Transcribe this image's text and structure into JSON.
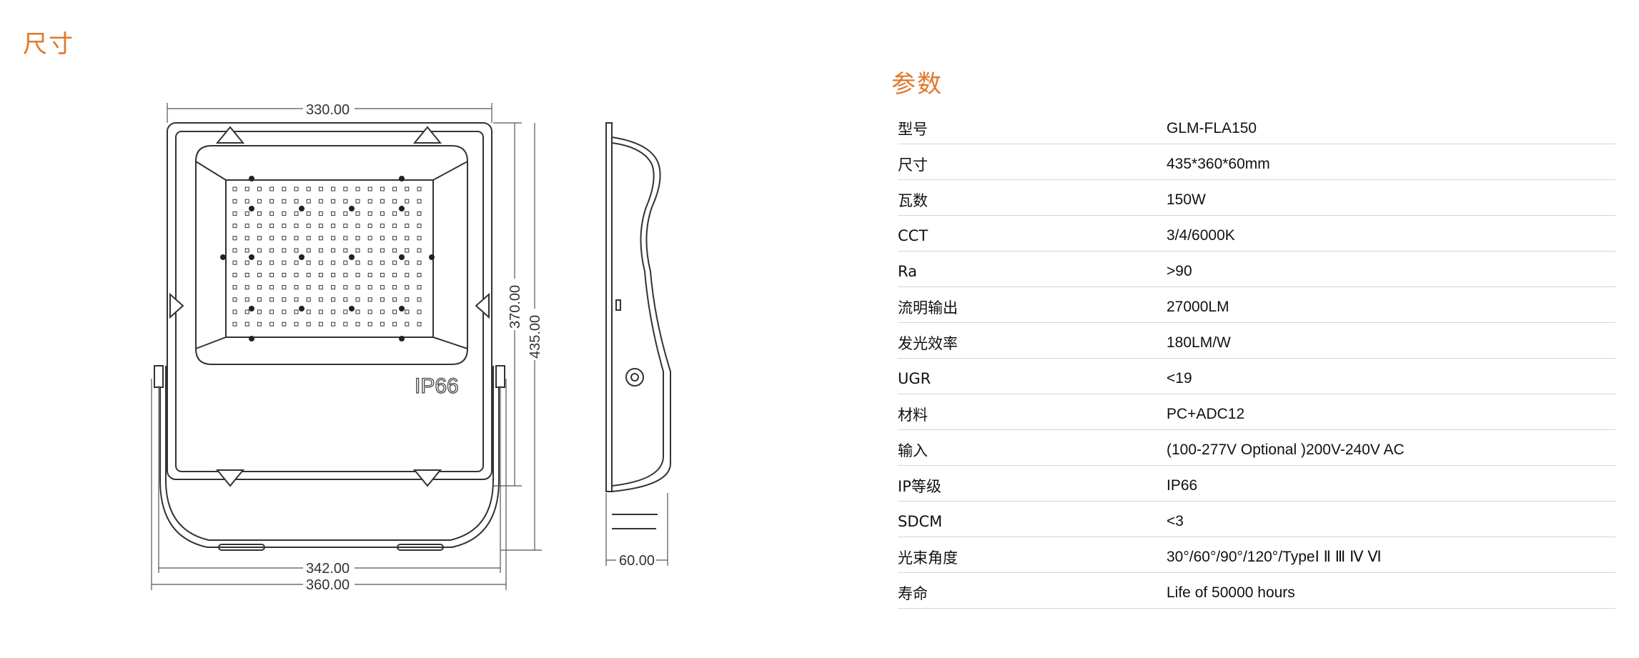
{
  "titles": {
    "dimensions": "尺寸",
    "parameters": "参数"
  },
  "dimensions": {
    "front_width_top": "330.00",
    "front_height_inner": "370.00",
    "front_height_outer": "435.00",
    "bracket_width": "342.00",
    "overall_width": "360.00",
    "side_depth": "60.00",
    "emblem": "IP66"
  },
  "specs": [
    {
      "key": "型号",
      "value": "GLM-FLA150"
    },
    {
      "key": "尺寸",
      "value": "435*360*60mm"
    },
    {
      "key": "瓦数",
      "value": "150W"
    },
    {
      "key": "CCT",
      "value": "3/4/6000K"
    },
    {
      "key": "Ra",
      "value": ">90"
    },
    {
      "key": "流明输出",
      "value": "27000LM"
    },
    {
      "key": "发光效率",
      "value": "180LM/W"
    },
    {
      "key": "UGR",
      "value": "<19"
    },
    {
      "key": "材料",
      "value": "PC+ADC12"
    },
    {
      "key": "输入",
      "value": "(100-277V Optional )200V-240V AC"
    },
    {
      "key": "IP等级",
      "value": "IP66"
    },
    {
      "key": "SDCM",
      "value": "<3"
    },
    {
      "key": "光束角度",
      "value": "30°/60°/90°/120°/TypeⅠ Ⅱ Ⅲ Ⅳ Ⅵ"
    },
    {
      "key": "寿命",
      "value": "Life of 50000 hours"
    }
  ]
}
